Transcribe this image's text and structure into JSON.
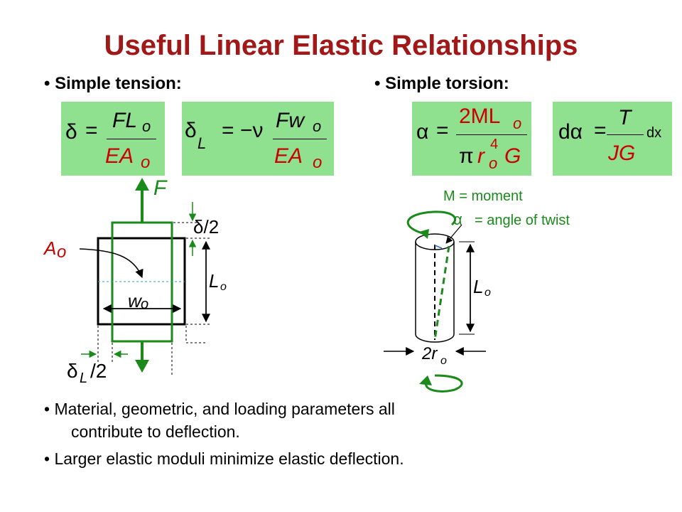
{
  "title": "Useful Linear Elastic Relationships",
  "tension": {
    "heading": "• Simple tension:",
    "eq1": {
      "lhs": "δ",
      "eq": "=",
      "num": "FL",
      "num_sub": "o",
      "den": "EA",
      "den_sub": "o"
    },
    "eq2": {
      "lhs": "δ",
      "lhs_sub": "L",
      "eq": "=",
      "minus_nu": "−ν",
      "num": "Fw",
      "num_sub": "o",
      "den": "EA",
      "den_sub": "o"
    },
    "diagram": {
      "force_label": "F",
      "area_label": "A",
      "area_sub": "o",
      "half_delta": "δ/2",
      "length_label": "L",
      "length_sub": "o",
      "width_label": "w",
      "width_sub": "o",
      "lateral_delta": "δ",
      "lateral_sub": "L",
      "lateral_half": "/2"
    }
  },
  "torsion": {
    "heading": "• Simple torsion:",
    "eq1": {
      "lhs": "α",
      "eq": "=",
      "num": "2ML",
      "num_sub": "o",
      "pi": "π",
      "r": "r",
      "r_sub": "o",
      "r_exp": "4",
      "g": "G"
    },
    "eq2": {
      "d_alpha": "dα",
      "eq": "=",
      "num": "T",
      "den": "JG",
      "dx": "dx"
    },
    "diagram": {
      "moment_legend": "M = moment",
      "alpha_sym": "α",
      "alpha_legend": "= angle of twist",
      "length_label": "L",
      "length_sub": "o",
      "radius_prefix": "2r",
      "radius_sub": "o"
    }
  },
  "bullets": [
    "• Material, geometric, and loading parameters all",
    "contribute to deflection.",
    "• Larger elastic moduli minimize elastic deflection."
  ],
  "colors": {
    "title": "#a01818",
    "box": "#8fe08f",
    "green": "#1a8a1a",
    "red": "#cc0000"
  }
}
